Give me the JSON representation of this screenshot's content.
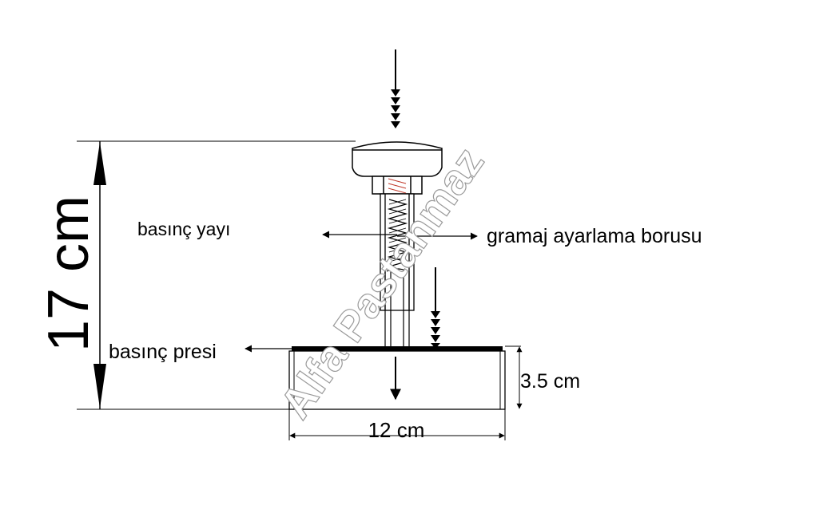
{
  "labels": {
    "height_dim": "17 cm",
    "spring": "basınç yayı",
    "tube": "gramaj  ayarlama borusu",
    "press": "basınç presi",
    "base_height_dim": "3.5 cm",
    "width_dim": "12 cm"
  },
  "watermark": "Alfa Pastanmaz",
  "colors": {
    "line": "#000000",
    "spring_accent": "#c0392b",
    "watermark_stroke": "#9a9a9a"
  }
}
